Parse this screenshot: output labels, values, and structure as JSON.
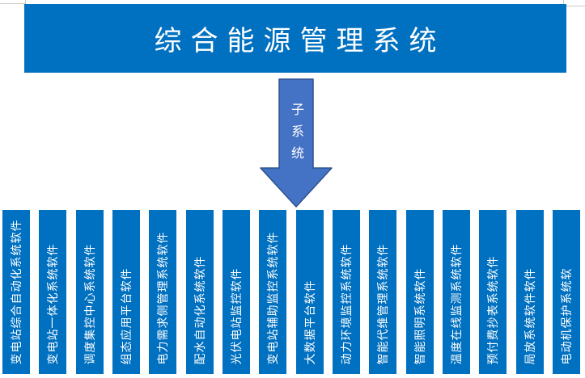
{
  "document": {
    "background_color": "#ffffff",
    "corner_mark_color": "#c9c9c9"
  },
  "header": {
    "title": "综合能源管理系统",
    "background_color": "#0070c0",
    "text_color": "#ffffff"
  },
  "arrow": {
    "label": "子系统",
    "direction": "down",
    "fill_color": "#4472c4",
    "border_color": "#2f528f",
    "text_color": "#ffffff"
  },
  "subsystems": {
    "bar_color": "#0070c0",
    "text_color": "#ffffff",
    "items": [
      "变电站综合自动化系统软件",
      "变电站一体化系统软件",
      "调度集控中心系统软件",
      "组态应用平台软件",
      "电力需求侧管理系统软件",
      "配水自动化系统软件",
      "光伏电站监控软件",
      "变电站辅助监控系统软件",
      "大数据平台软件",
      "动力环境监控系统软件",
      "智能代维管理系统软件",
      "智能照明系统软件",
      "温度在线监测系统软件",
      "预付费抄表系统软件",
      "局放系统软件软件",
      "电动机保护系统软"
    ]
  }
}
